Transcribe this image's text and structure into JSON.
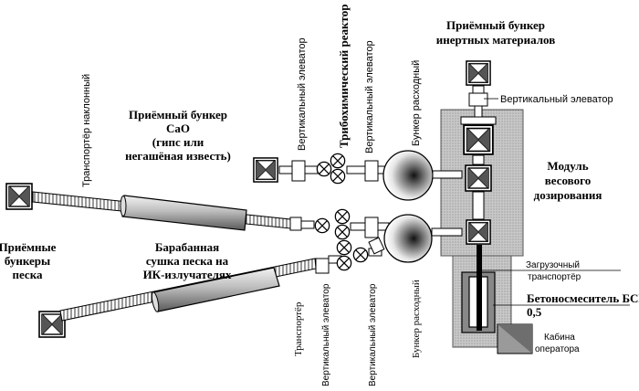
{
  "labels": {
    "priem_inert_1": "Приёмный бункер",
    "priem_inert_2": "инертных материалов",
    "elev_top_right": "Вертикальный элеватор",
    "module_1": "Модуль",
    "module_2": "весового",
    "module_3": "дозирования",
    "tribo": "Трибохимический реактор",
    "elev_v1": "Вертикальный элеватор",
    "elev_v2": "Вертикальный элеватор",
    "bunker_top": "Бункер расходный",
    "priem_cao_1": "Приёмный бункер",
    "priem_cao_2": "CaO",
    "priem_cao_3": "(гипс  или",
    "priem_cao_4": "негашёная известь)",
    "transp_incl": "Транспортёр    наклонный",
    "priem_sand_1": "Приёмные",
    "priem_sand_2": "бункеры",
    "priem_sand_3": "песка",
    "drum_1": "Барабанная",
    "drum_2": "сушка песка на",
    "drum_3": "ИК-излучателях",
    "transp": "Транспортёр",
    "elev_v3": "Вертикальный элеватор",
    "elev_v4": "Вертикальный элеватор",
    "bunker_bottom": "Бункер расходный",
    "load_1": "Загрузочный",
    "load_2": "транспортёр",
    "mixer_1": "Бетоносмеситель БСМ-",
    "mixer_2": "0,5",
    "cabin_1": "Кабина",
    "cabin_2": "оператора"
  }
}
